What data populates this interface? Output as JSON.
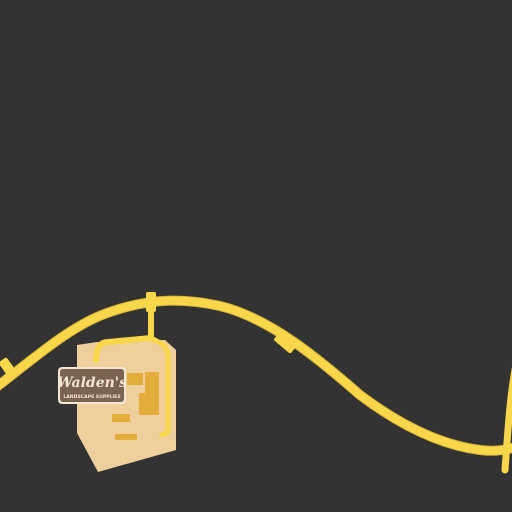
{
  "map": {
    "colors": {
      "background": "#333333",
      "road": "#f9d74a",
      "road_edge": "#d9b637",
      "parcel": "#efcf9c",
      "building": "#e3ad3e",
      "logo_bg": "#7a6350",
      "logo_text": "#f3e6d2"
    },
    "poi": {
      "brand": "Walden's",
      "subtitle": "LANDSCAPE SUPPLIES",
      "icon": "business-logo"
    }
  }
}
